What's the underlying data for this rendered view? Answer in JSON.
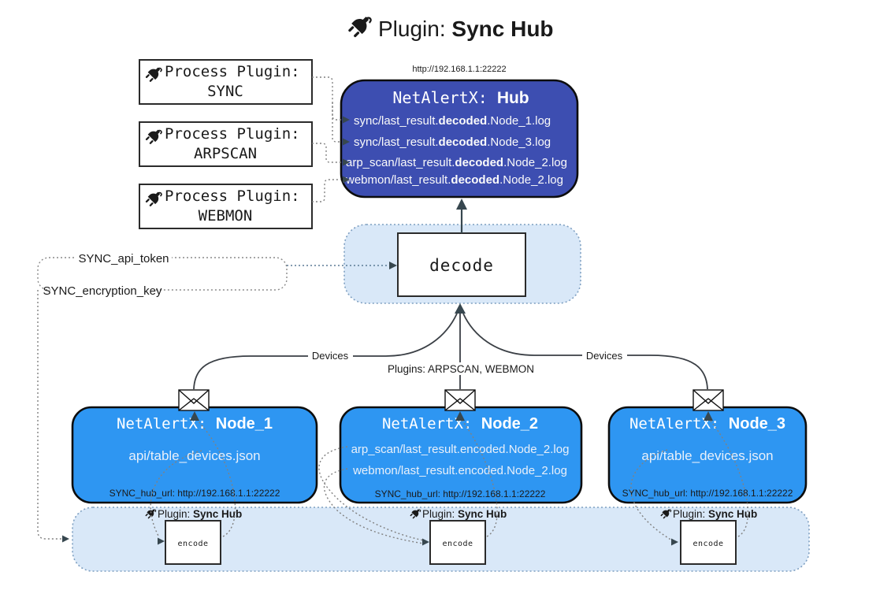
{
  "title": {
    "prefix": "Plugin: ",
    "bold": "Sync Hub"
  },
  "process_plugins": [
    {
      "label": "Process Plugin:",
      "name": "SYNC"
    },
    {
      "label": "Process Plugin:",
      "name": "ARPSCAN"
    },
    {
      "label": "Process Plugin:",
      "name": "WEBMON"
    }
  ],
  "hub": {
    "url": "http://192.168.1.1:22222",
    "title_prefix": "NetAlertX: ",
    "title_bold": "Hub",
    "logs": [
      {
        "pre": "sync/last_result.",
        "bold": "decoded",
        "post": ".Node_1.log"
      },
      {
        "pre": "sync/last_result.",
        "bold": "decoded",
        "post": ".Node_3.log"
      },
      {
        "pre": "arp_scan/last_result.",
        "bold": "decoded",
        "post": ".Node_2.log"
      },
      {
        "pre": "webmon/last_result.",
        "bold": "decoded",
        "post": ".Node_2.log"
      }
    ]
  },
  "decode_label": "decode",
  "encode_label": "encode",
  "sync_plugin_label": {
    "prefix": "Plugin: ",
    "bold": "Sync Hub"
  },
  "tokens": {
    "api_token": "SYNC_api_token",
    "encryption_key": "SYNC_encryption_key"
  },
  "edges": {
    "devices_left": "Devices",
    "plugins_middle": "Plugins: ARPSCAN, WEBMON",
    "devices_right": "Devices"
  },
  "nodes": [
    {
      "title_prefix": "NetAlertX: ",
      "title_bold": "Node_1",
      "files": [
        "api/table_devices.json"
      ],
      "hub_url": "SYNC_hub_url: http://192.168.1.1:22222"
    },
    {
      "title_prefix": "NetAlertX: ",
      "title_bold": "Node_2",
      "files": [
        "arp_scan/last_result.encoded.Node_2.log",
        "webmon/last_result.encoded.Node_2.log"
      ],
      "hub_url": "SYNC_hub_url: http://192.168.1.1:22222"
    },
    {
      "title_prefix": "NetAlertX: ",
      "title_bold": "Node_3",
      "files": [
        "api/table_devices.json"
      ],
      "hub_url": "SYNC_hub_url: http://192.168.1.1:22222"
    }
  ],
  "colors": {
    "hub_fill": "#3d4eb1",
    "node_fill": "#2e96f2",
    "region_fill": "#d9e8f8",
    "region_border": "#7e9fc1",
    "arrow": "#37474f"
  }
}
